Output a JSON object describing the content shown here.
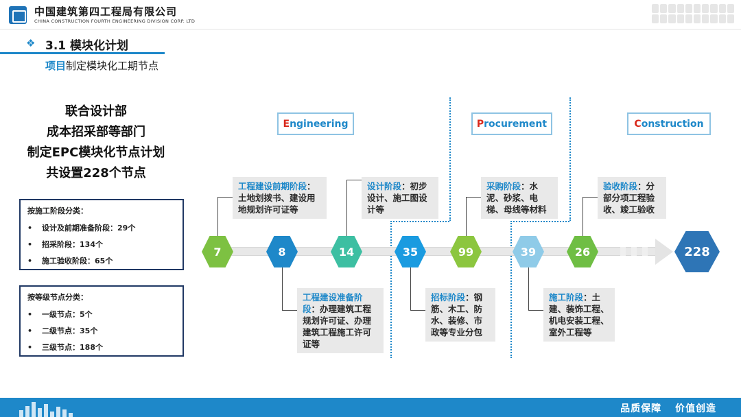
{
  "header": {
    "company_cn": "中国建筑第四工程局有限公司",
    "company_en": "CHINA CONSTRUCTION FOURTH ENGINEERING DIVISION CORP. LTD"
  },
  "section": {
    "title": "3.1 模块化计划",
    "subtitle_hl": "项目",
    "subtitle_rest": "制定模块化工期节点"
  },
  "summary": {
    "lines": [
      "联合设计部",
      "成本招采部等部门",
      "制定EPC模块化节点计划",
      "共设置228个节点"
    ]
  },
  "by_stage": {
    "title": "按施工阶段分类：",
    "items": [
      "设计及前期准备阶段：29个",
      "招采阶段：134个",
      "施工验收阶段：65个"
    ]
  },
  "by_level": {
    "title": "按等级节点分类：",
    "items": [
      "一级节点：5个",
      "二级节点：35个",
      "三级节点：188个"
    ]
  },
  "phases": [
    {
      "first": "E",
      "rest": "ngineering"
    },
    {
      "first": "P",
      "rest": "rocurement"
    },
    {
      "first": "C",
      "rest": "onstruction"
    }
  ],
  "nodes": [
    {
      "value": "7",
      "color": "#7dc142"
    },
    {
      "value": "8",
      "color": "#1e88c9"
    },
    {
      "value": "14",
      "color": "#3dbfa2"
    },
    {
      "value": "35",
      "color": "#1a9be0"
    },
    {
      "value": "99",
      "color": "#8cc63f"
    },
    {
      "value": "39",
      "color": "#8fcbe8"
    },
    {
      "value": "26",
      "color": "#6fbe44"
    }
  ],
  "total_node": {
    "value": "228",
    "color": "#2e75b6"
  },
  "notes": [
    {
      "key": "工程建设前期阶段",
      "text": "：土地划拨书、建设用地规划许可证等"
    },
    {
      "key": "设计阶段",
      "text": "：初步设计、施工图设计等"
    },
    {
      "key": "采购阶段",
      "text": "：水泥、砂浆、电梯、母线等材料"
    },
    {
      "key": "验收阶段",
      "text": "：分部分项工程验收、竣工验收"
    },
    {
      "key": "工程建设准备阶段",
      "text": "：办理建筑工程规划许可证、办理建筑工程施工许可证等"
    },
    {
      "key": "招标阶段",
      "text": "：钢筋、木工、防水、装修、市政等专业分包"
    },
    {
      "key": "施工阶段",
      "text": "：土建、装饰工程、机电安装工程、室外工程等"
    }
  ],
  "footer": {
    "slogan": "品质保障 价值创造"
  }
}
